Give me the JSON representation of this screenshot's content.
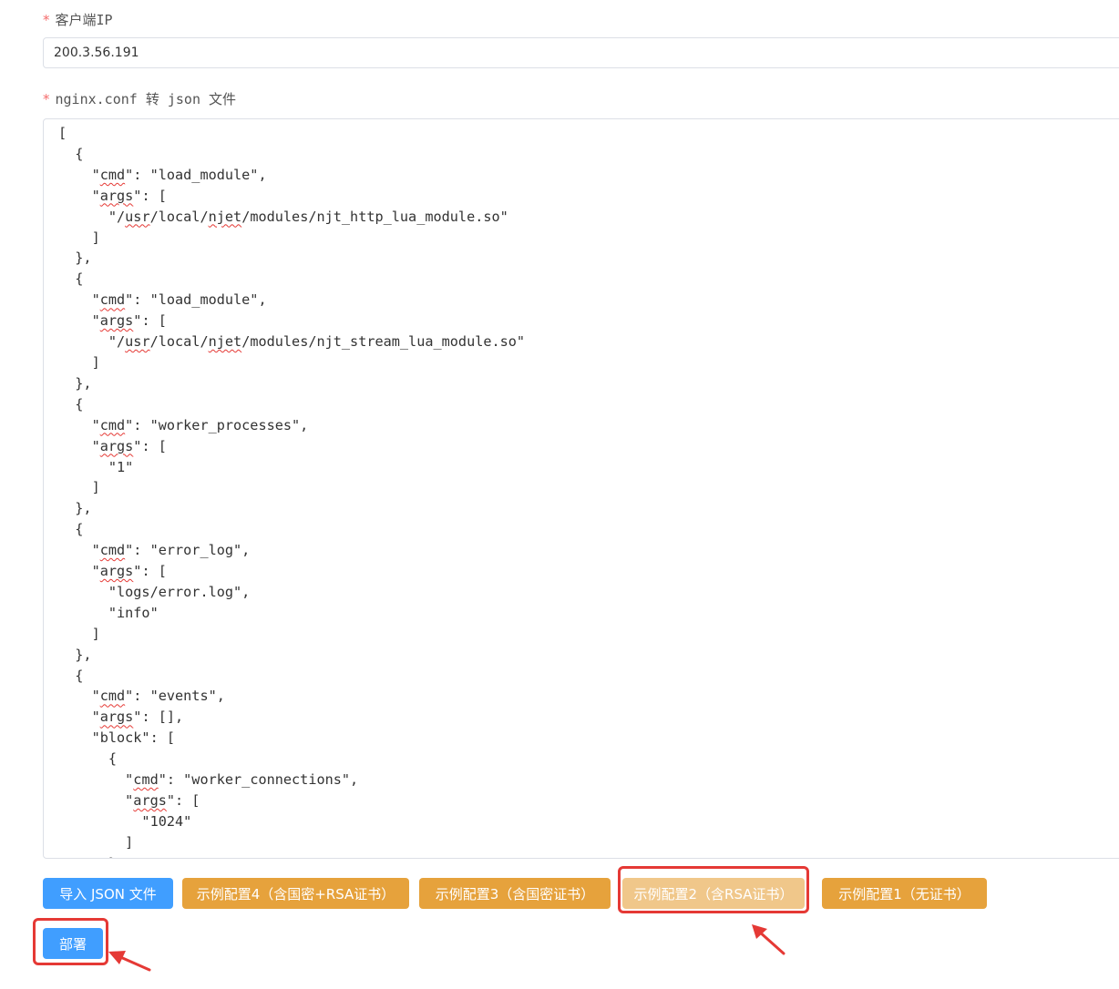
{
  "form": {
    "required_mark": "*",
    "client_ip_label": "客户端IP",
    "client_ip_value": "200.3.56.191",
    "json_label": "nginx.conf 转 json 文件"
  },
  "json_editor": {
    "lines": [
      "[",
      "  {",
      "    \"cmd\": \"load_module\",",
      "    \"args\": [",
      "      \"/usr/local/njet/modules/njt_http_lua_module.so\"",
      "    ]",
      "  },",
      "  {",
      "    \"cmd\": \"load_module\",",
      "    \"args\": [",
      "      \"/usr/local/njet/modules/njt_stream_lua_module.so\"",
      "    ]",
      "  },",
      "  {",
      "    \"cmd\": \"worker_processes\",",
      "    \"args\": [",
      "      \"1\"",
      "    ]",
      "  },",
      "  {",
      "    \"cmd\": \"error_log\",",
      "    \"args\": [",
      "      \"logs/error.log\",",
      "      \"info\"",
      "    ]",
      "  },",
      "  {",
      "    \"cmd\": \"events\",",
      "    \"args\": [],",
      "    \"block\": [",
      "      {",
      "        \"cmd\": \"worker_connections\",",
      "        \"args\": [",
      "          \"1024\"",
      "        ]",
      "      }"
    ],
    "spellcheck_words": [
      "cmd",
      "args",
      "usr",
      "njet",
      "njt",
      "http",
      "lua"
    ]
  },
  "buttons": {
    "import_json": "导入 JSON 文件",
    "example4": "示例配置4（含国密+RSA证书）",
    "example3": "示例配置3（含国密证书）",
    "example2": "示例配置2（含RSA证书）",
    "example1": "示例配置1（无证书）",
    "deploy": "部署"
  },
  "colors": {
    "primary": "#409eff",
    "warning": "#e6a23c",
    "warning_hover": "#f0c78a",
    "annotation_red": "#e53935",
    "required_red": "#f56c6c"
  }
}
